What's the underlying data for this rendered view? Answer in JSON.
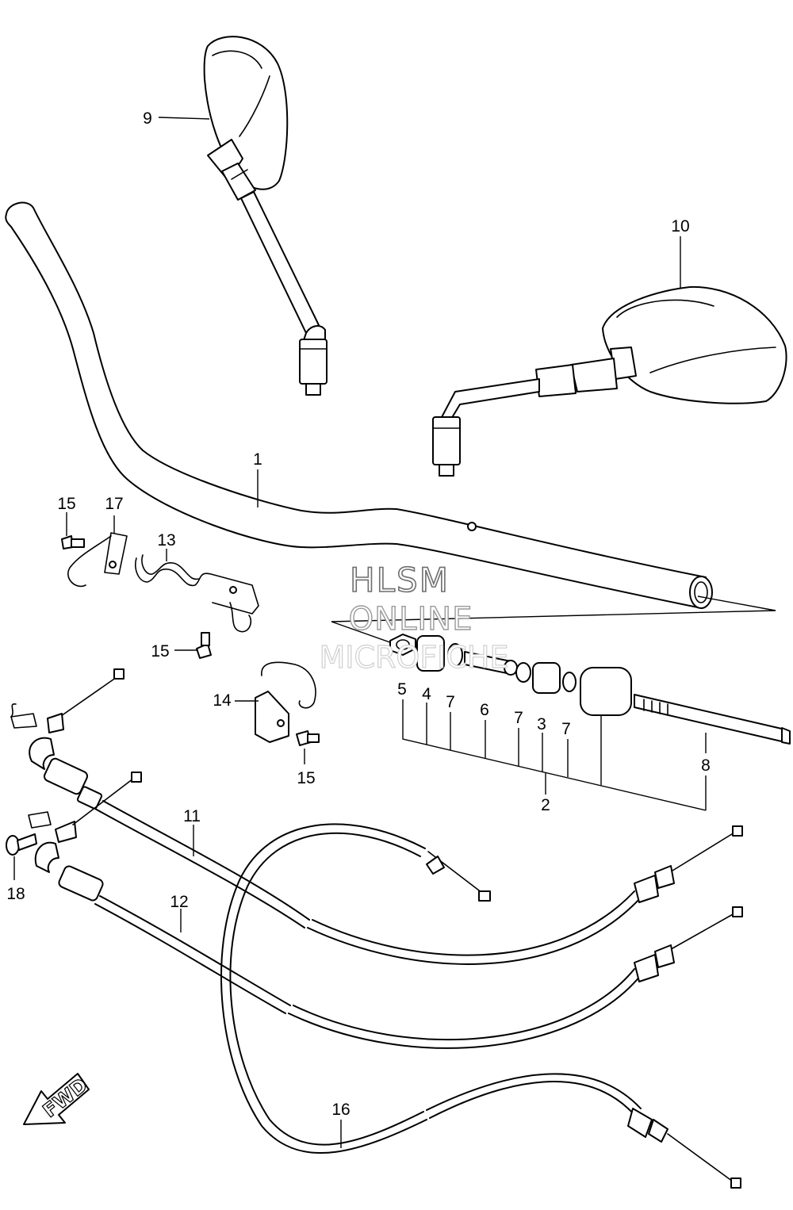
{
  "callouts": {
    "c1": "1",
    "c2": "2",
    "c3": "3",
    "c4": "4",
    "c5": "5",
    "c6": "6",
    "c7a": "7",
    "c7b": "7",
    "c7c": "7",
    "c8": "8",
    "c9": "9",
    "c10": "10",
    "c11": "11",
    "c12": "12",
    "c13": "13",
    "c14": "14",
    "c15a": "15",
    "c15b": "15",
    "c15c": "15",
    "c16": "16",
    "c17": "17",
    "c18": "18"
  },
  "watermark": {
    "line1": "HLSM",
    "line2": "ONLINE",
    "line3": "MICROFICHE"
  },
  "direction_arrow": {
    "label": "FWD"
  }
}
